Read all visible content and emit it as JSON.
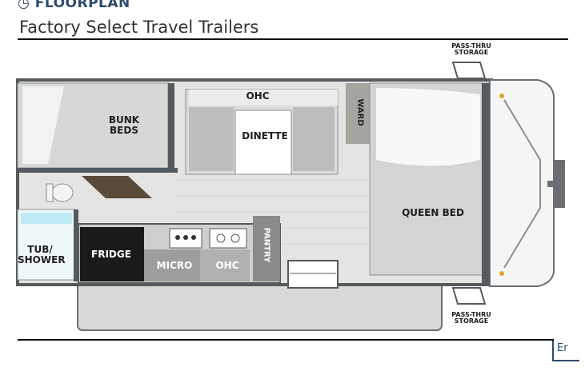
{
  "header": {
    "brand": "FLOORPLAN",
    "subtitle": "Factory Select Travel Trailers"
  },
  "corner_label": "Er",
  "rooms": {
    "bunk_beds": "BUNK\nBEDS",
    "ohc_top": "OHC",
    "dinette": "DINETTE",
    "ward": "WARD",
    "queen_bed": "QUEEN BED",
    "tub_shower": "TUB/\nSHOWER",
    "fridge": "FRIDGE",
    "micro": "MICRO",
    "ohc_bottom": "OHC",
    "pantry": "PANTRY"
  },
  "storage": {
    "top": "PASS-THRU\nSTORAGE",
    "bottom": "PASS-THRU\nSTORAGE"
  },
  "colors": {
    "wall": "#555a5e",
    "floor": "#e4e4e2",
    "furniture": "#d3d3d1",
    "counter": "#3a3d40",
    "fridge": "#1a1a1a",
    "tub_water": "#bfe9f5",
    "accent_brand": "#2c4a6e"
  }
}
